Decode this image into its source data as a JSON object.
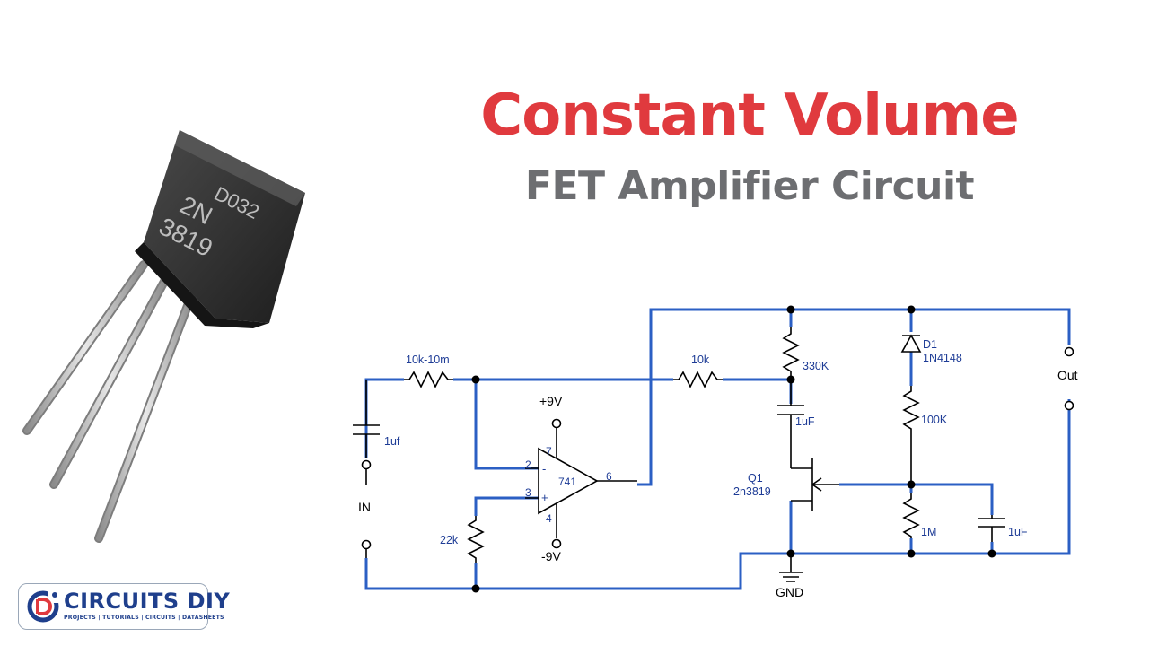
{
  "header": {
    "title": "Constant Volume",
    "subtitle": "FET Amplifier Circuit"
  },
  "colors": {
    "title": "#e03a3e",
    "subtitle": "#6d6e71",
    "wire": "#2b5fc4",
    "component": "#000000",
    "component_label": "#1e3c96",
    "logo_blue": "#1f3f8c"
  },
  "transistor_photo": {
    "marking_line1": "D032",
    "marking_line2": "2N",
    "marking_line3": "3819"
  },
  "schematic": {
    "labels": {
      "r_input": "10k-10m",
      "c_input": "1uf",
      "input": "IN",
      "r_bias": "22k",
      "supply_pos": "+9V",
      "supply_neg": "-9V",
      "opamp": "741",
      "pin2": "2",
      "pin3": "3",
      "pin4": "4",
      "pin6": "6",
      "pin7": "7",
      "minus": "-",
      "plus": "+",
      "r_feedback": "10k",
      "r_drain": "330K",
      "c_coupling": "1uF",
      "q1_name": "Q1",
      "q1_part": "2n3819",
      "diode_name": "D1",
      "diode_part": "1N4148",
      "r_diode": "100K",
      "r_gate": "1M",
      "c_gate": "1uF",
      "ground": "GND",
      "output": "Out"
    }
  },
  "logo": {
    "name": "CIRCUITS DIY",
    "tagline": "PROJECTS | TUTORIALS | CIRCUITS | DATASHEETS"
  }
}
